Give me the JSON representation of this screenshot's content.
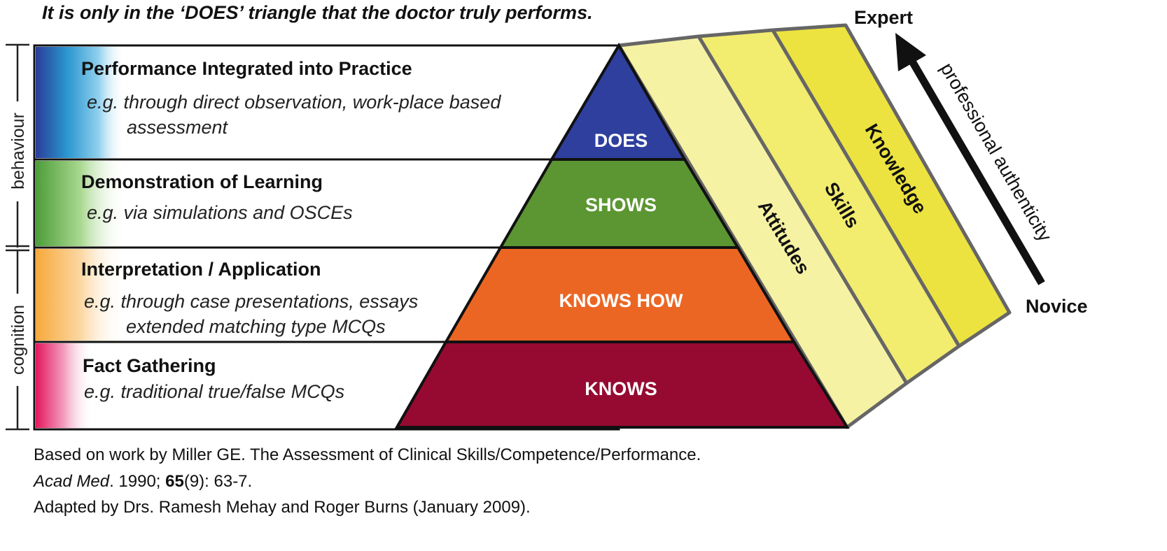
{
  "title": "It is only in the ‘DOES’ triangle that the doctor truly performs.",
  "rows": [
    {
      "heading": "Performance Integrated into Practice",
      "example_line1": "e.g. through direct observation, work-place based",
      "example_line2": "assessment",
      "tier": "DOES",
      "tier_color": "#2e3f9e"
    },
    {
      "heading": "Demonstration of  Learning",
      "example_line1": "e.g. via simulations and OSCEs",
      "tier": "SHOWS",
      "tier_color": "#5b9632"
    },
    {
      "heading": "Interpretation / Application",
      "example_line1": "e.g. through case presentations, essays",
      "example_line2": "extended matching type MCQs",
      "tier": "KNOWS HOW",
      "tier_color": "#ec6623"
    },
    {
      "heading": "Fact Gathering",
      "example_line1": "e.g. traditional true/false MCQs",
      "tier": "KNOWS",
      "tier_color": "#960a31"
    }
  ],
  "bands": [
    {
      "label": "Attitudes",
      "color": "#f6f2a3"
    },
    {
      "label": "Skills",
      "color": "#f2ec6f"
    },
    {
      "label": "Knowledge",
      "color": "#ece340"
    }
  ],
  "side_labels": {
    "upper": "behaviour",
    "lower": "cognition"
  },
  "axis": {
    "top": "Expert",
    "bottom": "Novice",
    "label": "professional authenticity"
  },
  "citation": {
    "line1": "Based on work by Miller GE. The Assessment of Clinical Skills/Competence/Performance.",
    "journal": "Acad Med",
    "details_a": ". 1990; ",
    "volume": "65",
    "details_b": "(9): 63-7.",
    "line3": "Adapted by Drs. Ramesh Mehay and Roger Burns (January 2009)."
  }
}
